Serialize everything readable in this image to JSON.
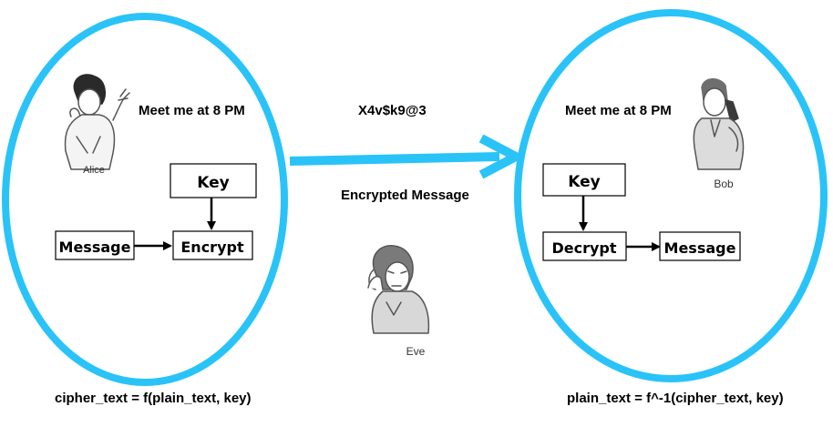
{
  "left": {
    "person_name": "Alice",
    "message_text": "Meet me at 8 PM",
    "key_label": "Key",
    "input_label": "Message",
    "operation_label": "Encrypt",
    "formula": "cipher_text = f(plain_text, key)"
  },
  "right": {
    "person_name": "Bob",
    "message_text": "Meet me at 8 PM",
    "key_label": "Key",
    "operation_label": "Decrypt",
    "output_label": "Message",
    "formula": "plain_text = f^-1(cipher_text, key)"
  },
  "channel": {
    "cipher_text": "X4v$k9@3",
    "label": "Encrypted Message"
  },
  "eavesdropper": {
    "name": "Eve"
  },
  "colors": {
    "ellipse_stroke": "#29C3F8",
    "arrow": "#29C3F8",
    "box_stroke": "#000000",
    "text": "#000000"
  },
  "icons": [
    "alice-phone-figure-icon",
    "bob-phone-figure-icon",
    "eve-eavesdropper-figure-icon"
  ]
}
